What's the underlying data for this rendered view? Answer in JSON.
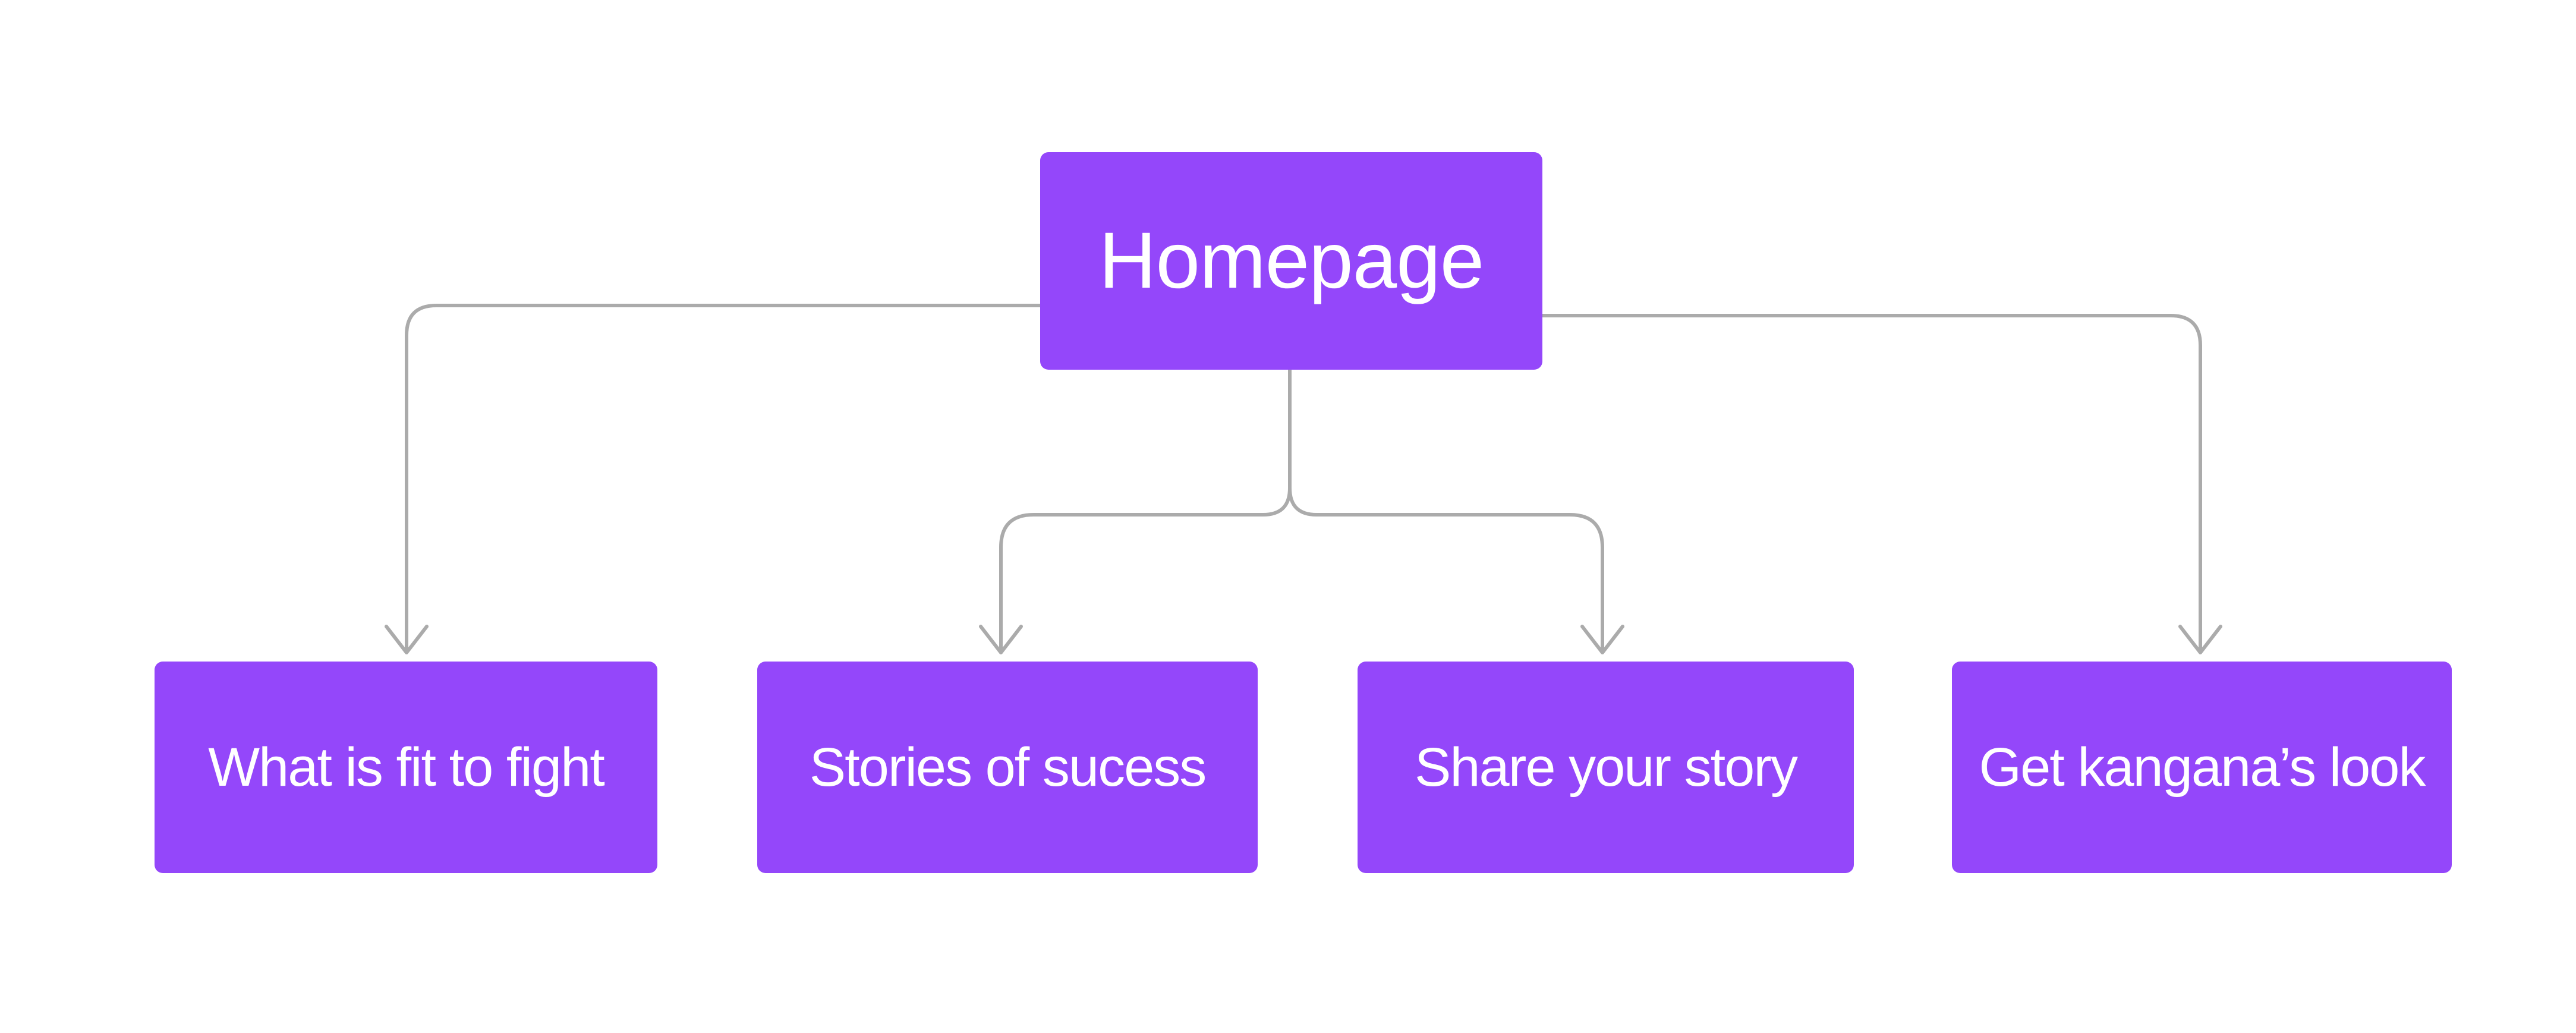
{
  "diagram": {
    "type": "sitemap-flowchart",
    "root": {
      "label": "Homepage"
    },
    "children": [
      {
        "label": "What is fit to fight"
      },
      {
        "label": "Stories of sucess"
      },
      {
        "label": "Share your story"
      },
      {
        "label": "Get kangana’s look"
      }
    ],
    "colors": {
      "node_fill": "#9447FA",
      "node_text": "#FFFFFF",
      "connector": "#ABABAB",
      "background": "#FFFFFF"
    }
  }
}
